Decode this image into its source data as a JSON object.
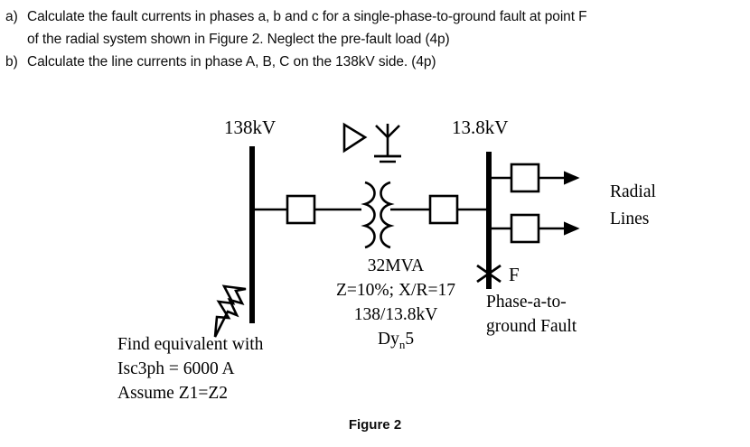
{
  "questions": [
    {
      "marker": "a)",
      "lines": [
        "Calculate the fault currents in phases a, b and c for a single-phase-to-ground fault at point F",
        "of the radial system shown in Figure 2. Neglect the pre-fault load (4p)"
      ]
    },
    {
      "marker": "b)",
      "lines": [
        "Calculate the line currents in phase A, B, C on the 138kV side. (4p)"
      ]
    }
  ],
  "diagram": {
    "bus_hv_label": "138kV",
    "bus_lv_label": "13.8kV",
    "vector_group_delta_symbol": "delta-winding-symbol",
    "vector_group_wye_symbol": "wye-grounded-winding-symbol",
    "transformer": {
      "rating": "32MVA",
      "impedance": "Z=10%; X/R=17",
      "voltage_ratio": "138/13.8kV",
      "vector_group_prefix": "Dy",
      "vector_group_sub": "n",
      "vector_group_suffix": "5"
    },
    "fault": {
      "point_label": "F",
      "description_line1": "Phase-a-to-",
      "description_line2": "ground Fault"
    },
    "radial": {
      "line1": "Radial",
      "line2": "Lines"
    },
    "source_notes": [
      "Find equivalent with",
      "Isc3ph = 6000  A",
      "Assume Z1=Z2"
    ],
    "colors": {
      "line": "#000000",
      "text": "#000000"
    }
  },
  "caption": "Figure 2"
}
